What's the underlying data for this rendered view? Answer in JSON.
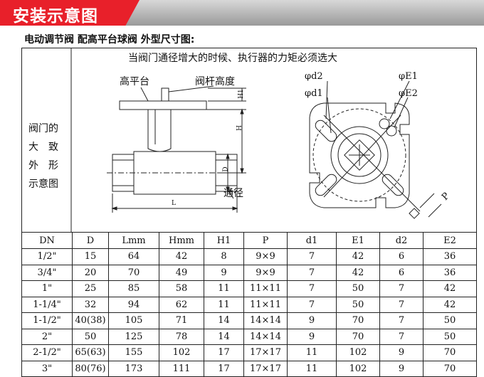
{
  "banner": {
    "title": "安装示意图"
  },
  "subtitle": "电动调节阀  配高平台球阀  外型尺寸图:",
  "drawing": {
    "note": "当阀门通径增大的时候、执行器的力矩必须选大",
    "side_label": [
      "阀门的",
      "大　致",
      "外　形",
      "示意图"
    ],
    "labels": {
      "platform": "高平台",
      "stem_height": "阀杆高度",
      "bore": "通径",
      "h1": "H1",
      "h": "H",
      "d": "D",
      "l": "L",
      "phi_d2": "φd2",
      "phi_d1": "φd1",
      "phi_e1": "φE1",
      "phi_e2": "φE2",
      "p": "P"
    }
  },
  "table": {
    "headers": [
      "DN",
      "D",
      "Lmm",
      "Hmm",
      "H1",
      "P",
      "d1",
      "E1",
      "d2",
      "E2"
    ],
    "rows": [
      [
        "1/2\"",
        "15",
        "64",
        "42",
        "8",
        "9×9",
        "7",
        "42",
        "6",
        "36"
      ],
      [
        "3/4\"",
        "20",
        "70",
        "49",
        "9",
        "9×9",
        "7",
        "42",
        "6",
        "36"
      ],
      [
        "1\"",
        "25",
        "85",
        "58",
        "11",
        "11×11",
        "7",
        "50",
        "7",
        "42"
      ],
      [
        "1-1/4\"",
        "32",
        "94",
        "62",
        "11",
        "11×11",
        "7",
        "50",
        "7",
        "42"
      ],
      [
        "1-1/2\"",
        "40(38)",
        "105",
        "71",
        "14",
        "14×14",
        "9",
        "70",
        "7",
        "50"
      ],
      [
        "2\"",
        "50",
        "125",
        "78",
        "14",
        "14×14",
        "9",
        "70",
        "7",
        "50"
      ],
      [
        "2-1/2\"",
        "65(63)",
        "155",
        "102",
        "17",
        "17×17",
        "11",
        "102",
        "9",
        "70"
      ],
      [
        "3\"",
        "80(76)",
        "173",
        "111",
        "17",
        "17×17",
        "11",
        "102",
        "9",
        "70"
      ]
    ]
  }
}
